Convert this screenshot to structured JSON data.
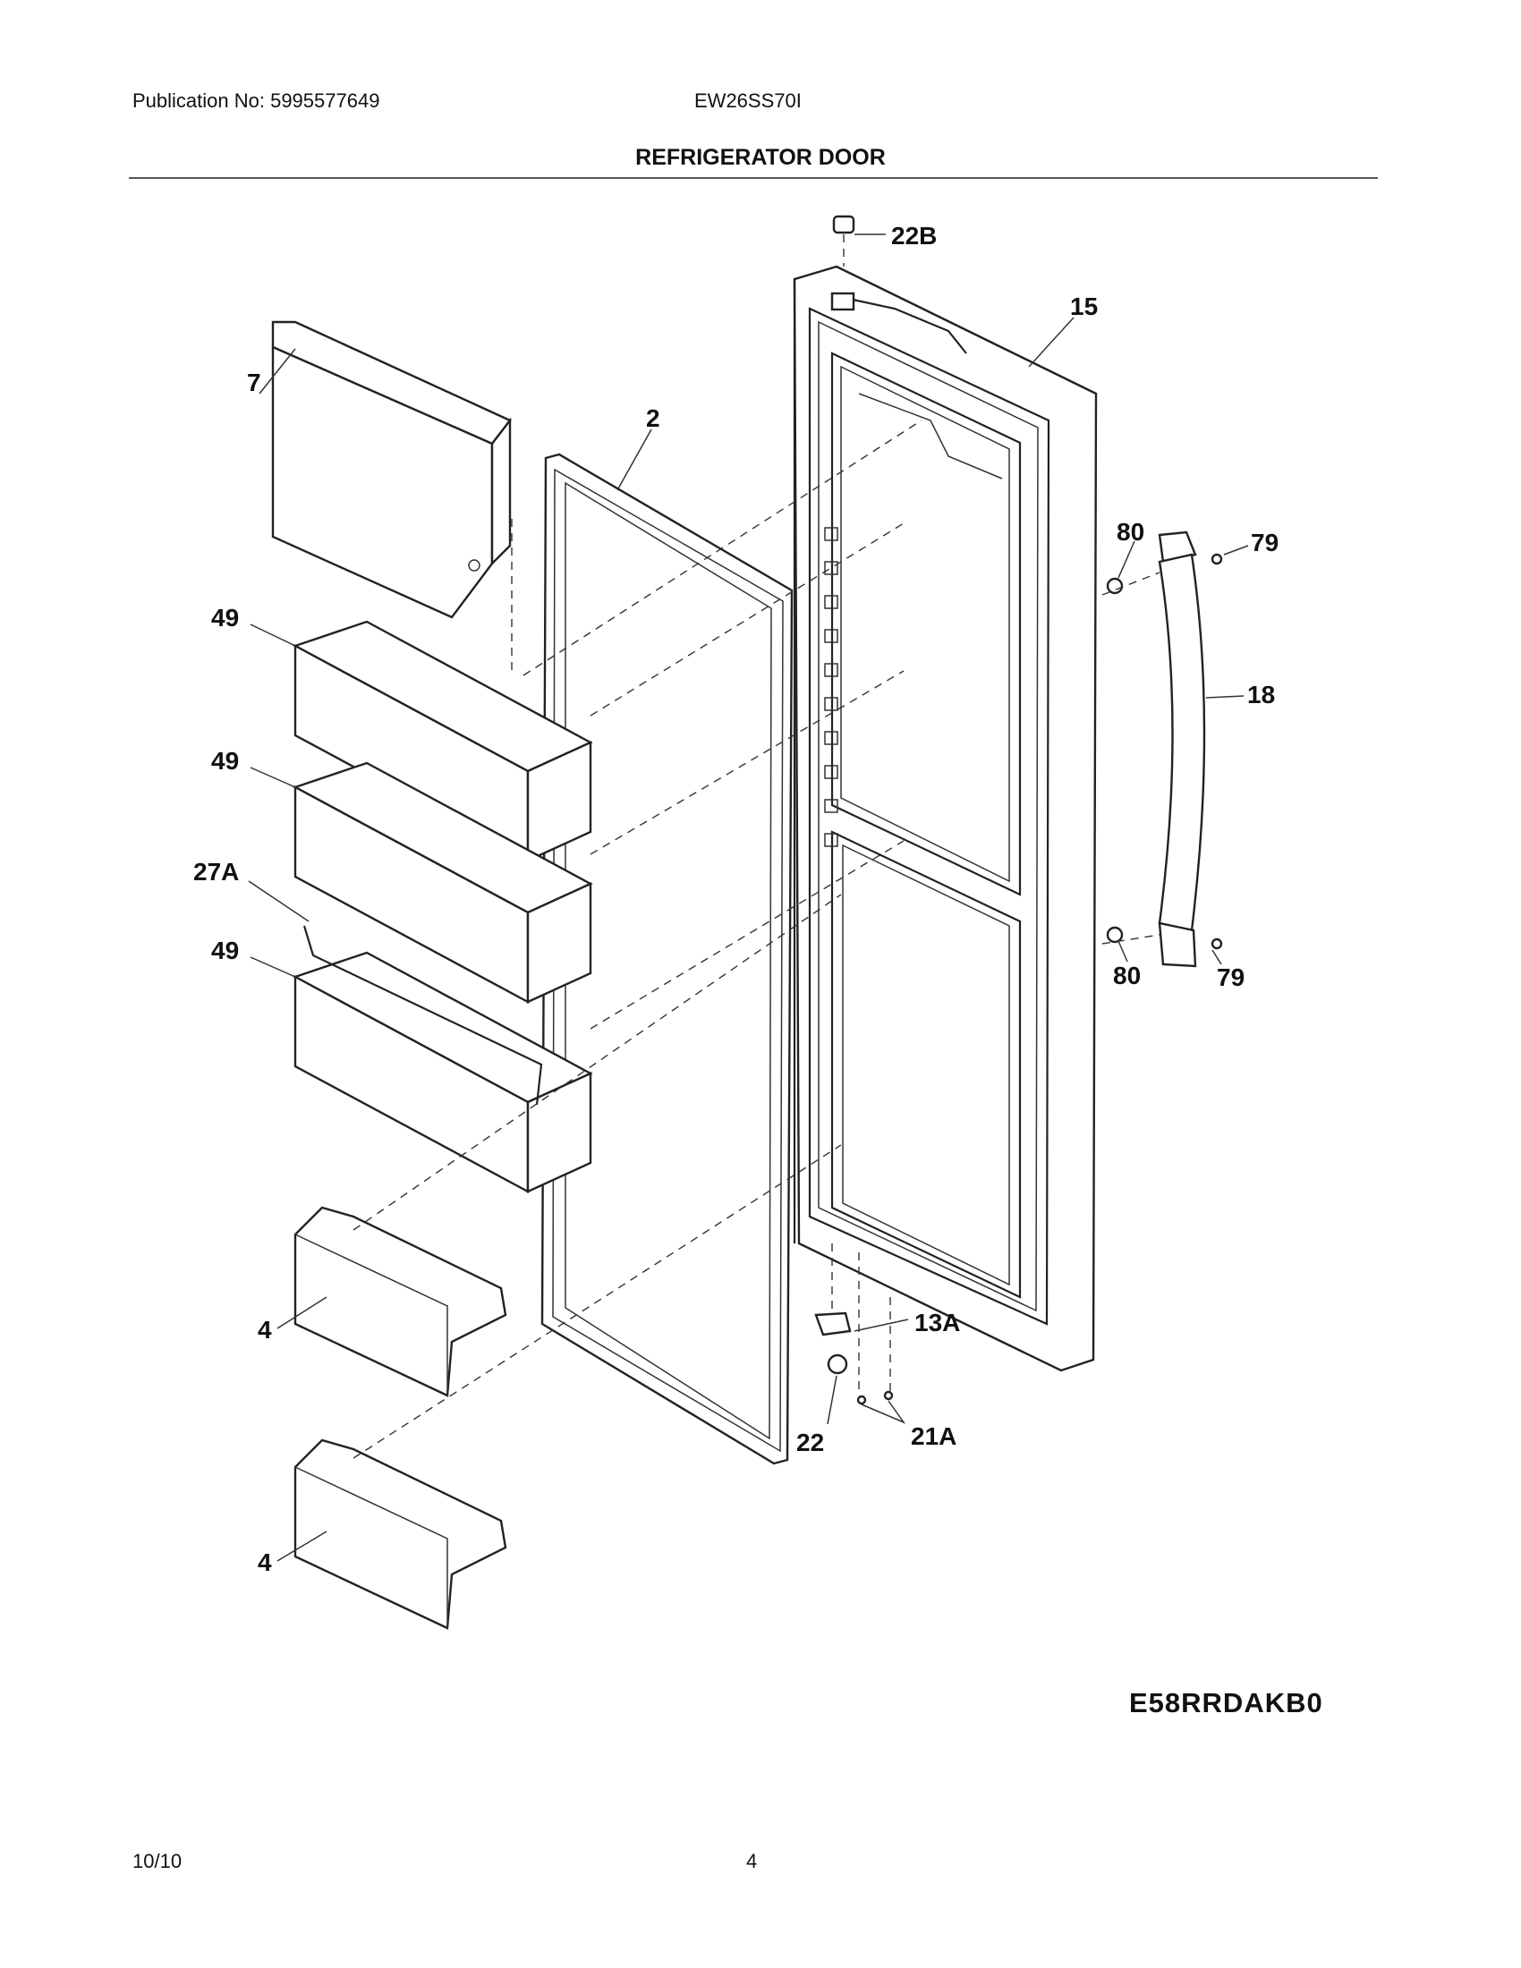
{
  "header": {
    "publication": "Publication No: 5995577649",
    "model": "EW26SS70I",
    "title": "REFRIGERATOR DOOR"
  },
  "diagram": {
    "callouts": [
      "22B",
      "15",
      "7",
      "2",
      "80",
      "79",
      "49",
      "18",
      "49",
      "27A",
      "49",
      "80",
      "79",
      "13A",
      "4",
      "22",
      "21A",
      "4"
    ]
  },
  "footer": {
    "code": "E58RRDAKB0",
    "date": "10/10",
    "page": "4"
  }
}
